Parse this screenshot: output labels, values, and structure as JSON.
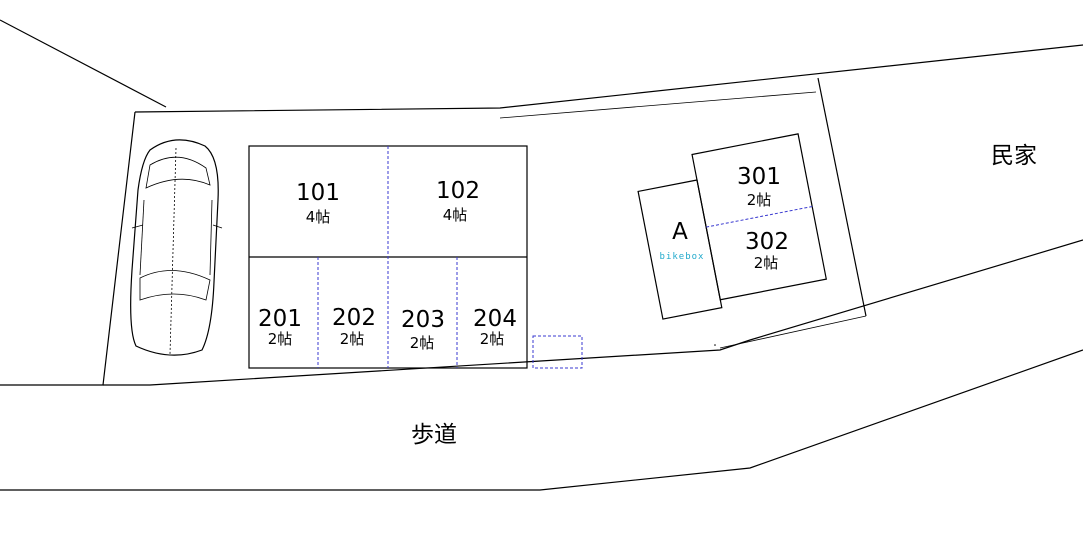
{
  "units": [
    {
      "id": "101",
      "size": "4帖"
    },
    {
      "id": "102",
      "size": "4帖"
    },
    {
      "id": "201",
      "size": "2帖"
    },
    {
      "id": "202",
      "size": "2帖"
    },
    {
      "id": "203",
      "size": "2帖"
    },
    {
      "id": "204",
      "size": "2帖"
    },
    {
      "id": "301",
      "size": "2帖"
    },
    {
      "id": "302",
      "size": "2帖"
    }
  ],
  "bike_box": {
    "letter": "A",
    "label": "bikebox",
    "label_color": "#22aacc"
  },
  "labels": {
    "neighbor": "民家",
    "sidewalk": "歩道"
  },
  "colors": {
    "line": "#000000",
    "dashed_divider": "#3a3ad0",
    "background": "#ffffff"
  }
}
